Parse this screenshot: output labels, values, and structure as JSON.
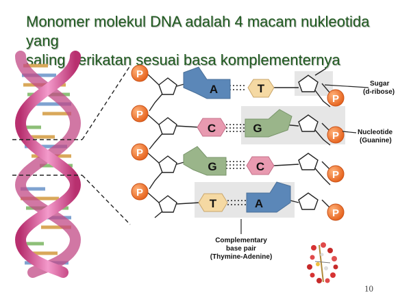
{
  "slide": {
    "title_line1": "Monomer molekul DNA adalah 4 macam nukleotida yang",
    "title_line2": "saling berikatan sesuai basa komplementernya",
    "page_number": "10"
  },
  "colors": {
    "title": "#1f5a1f",
    "phosphate": "#f07a2a",
    "adenine": "#5b87b8",
    "thymine": "#f5d9a3",
    "cytosine": "#e89ab0",
    "guanine": "#9ab58a",
    "helix_pink": "#e0609f",
    "highlight_box": "#e6e6e6"
  },
  "diagram": {
    "phosphate_label": "P",
    "rows": [
      {
        "left_base": "A",
        "right_base": "T"
      },
      {
        "left_base": "C",
        "right_base": "G"
      },
      {
        "left_base": "G",
        "right_base": "C"
      },
      {
        "left_base": "T",
        "right_base": "A"
      }
    ],
    "labels": {
      "sugar_line1": "Sugar",
      "sugar_line2": "(d-ribose)",
      "nucleotide_line1": "Nucleotide",
      "nucleotide_line2": "(Guanine)",
      "pair_line1": "Complementary",
      "pair_line2": "base pair",
      "pair_line3": "(Thymine-Adenine)"
    }
  }
}
